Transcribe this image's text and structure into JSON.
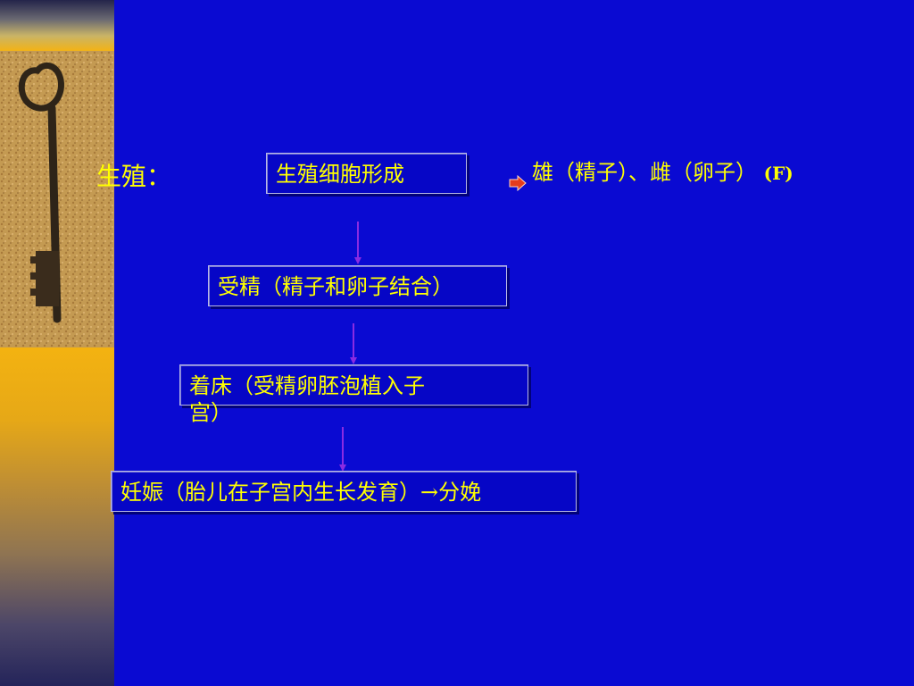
{
  "slide": {
    "title": "生殖：",
    "result": {
      "text": "雄（精子）、雌（卵子）",
      "suffix": "(F)"
    },
    "steps": [
      {
        "label": "生殖细胞形成"
      },
      {
        "label": "受精（精子和卵子结合）"
      },
      {
        "label_line1": "着床（受精卵胚泡植入子",
        "label_line2": "宫）"
      },
      {
        "label": "妊娠（胎儿在子宫内生长发育）→分娩"
      }
    ]
  },
  "colors": {
    "background": "#0a0ad2",
    "text": "#ffff00",
    "connector": "#8a2be2",
    "accent_arrow": "#e43c1c",
    "sidebar": "#f3b211"
  },
  "icons": {
    "decorative_image": "old-key-image",
    "pointer": "red-right-arrow-icon"
  }
}
